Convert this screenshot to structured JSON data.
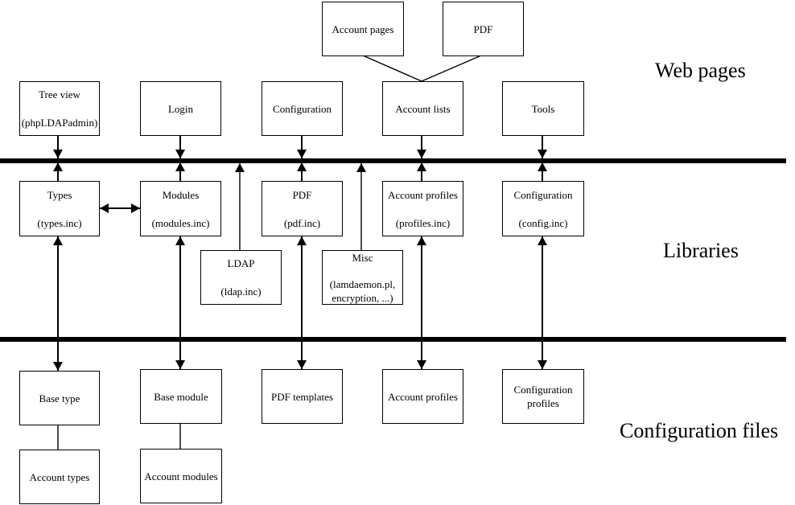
{
  "zones": {
    "web": "Web pages",
    "libraries": "Libraries",
    "config": "Configuration files"
  },
  "boxes": {
    "account_pages": [
      "Account pages"
    ],
    "pdf_page": [
      "PDF"
    ],
    "tree_view": [
      "Tree view",
      "(phpLDAPadmin)"
    ],
    "login": [
      "Login"
    ],
    "configuration_page": [
      "Configuration"
    ],
    "account_lists": [
      "Account lists"
    ],
    "tools": [
      "Tools"
    ],
    "types": [
      "Types",
      "(types.inc)"
    ],
    "modules": [
      "Modules",
      "(modules.inc)"
    ],
    "pdf_lib": [
      "PDF",
      "(pdf.inc)"
    ],
    "account_profiles_lib": [
      "Account profiles",
      "(profiles.inc)"
    ],
    "configuration_lib": [
      "Configuration",
      "(config.inc)"
    ],
    "ldap": [
      "LDAP",
      "(ldap.inc)"
    ],
    "misc": [
      "Misc",
      "(lamdaemon.pl,",
      "encryption, ...)"
    ],
    "base_type": [
      "Base type"
    ],
    "base_module": [
      "Base module"
    ],
    "pdf_templates": [
      "PDF templates"
    ],
    "account_profiles_file": [
      "Account profiles"
    ],
    "configuration_profiles": [
      "Configuration",
      "profiles"
    ],
    "account_types": [
      "Account types"
    ],
    "account_modules": [
      "Account modules"
    ]
  }
}
